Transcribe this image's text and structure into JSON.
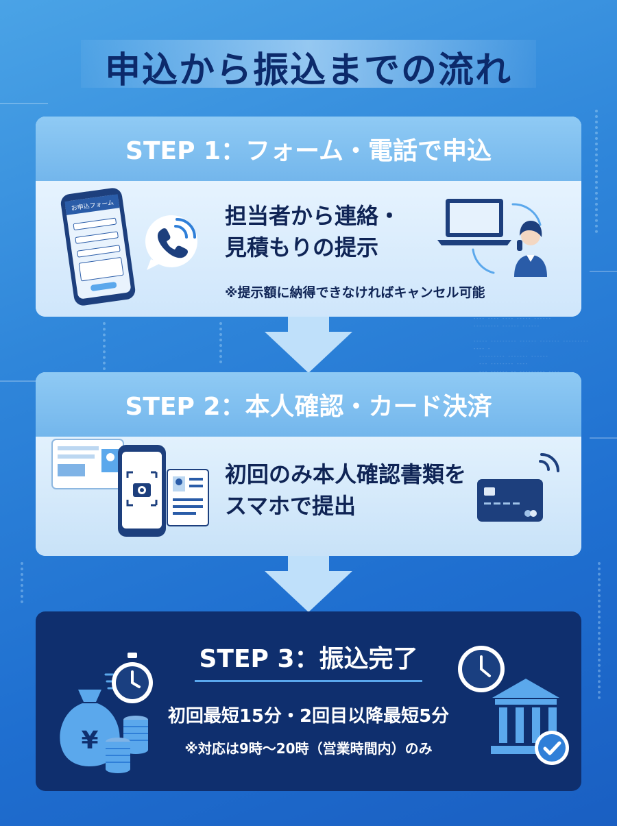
{
  "title": "申込から振込までの流れ",
  "steps": [
    {
      "heading": "STEP 1：フォーム・電話で申込",
      "main_lines": [
        "担当者から連絡・",
        "見積もりの提示"
      ],
      "note": "※提示額に納得できなければキャンセル可能",
      "form_title": "お申込フォーム"
    },
    {
      "heading": "STEP 2：本人確認・カード決済",
      "main_lines": [
        "初回のみ本人確認書類を",
        "スマホで提出"
      ]
    },
    {
      "heading": "STEP 3：振込完了",
      "main": "初回最短15分・2回目以降最短5分",
      "note": "※対応は9時～20時（営業時間内）のみ"
    }
  ],
  "icons": {
    "step1": [
      "smartphone-form-icon",
      "phone-call-bubble-icon",
      "laptop-icon",
      "operator-headset-icon"
    ],
    "step2": [
      "id-card-icon",
      "smartphone-camera-icon",
      "document-icon",
      "contactless-card-icon"
    ],
    "step3": [
      "money-bag-yen-icon",
      "coin-stack-icon",
      "stopwatch-icon",
      "clock-icon",
      "bank-icon",
      "check-badge-icon"
    ],
    "yen_symbol": "¥"
  },
  "colors": {
    "title_text": "#0c2a6b",
    "card_head": "#7fbff0",
    "step3_background": "#0f2f6e",
    "arrow": "#bfe0fa"
  }
}
